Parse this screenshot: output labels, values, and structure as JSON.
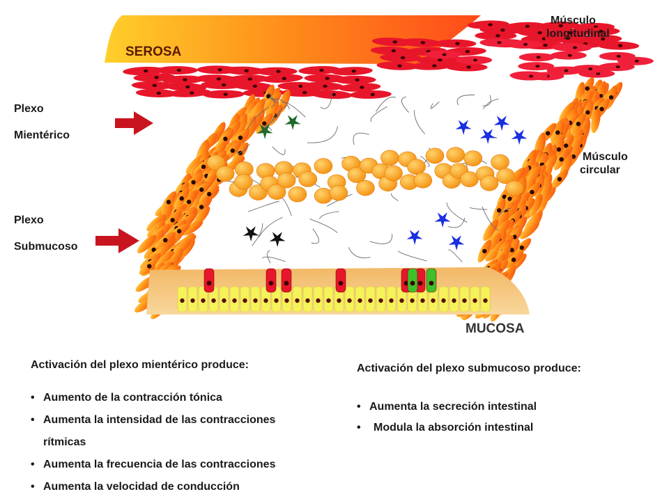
{
  "diagram": {
    "serosa_label": "SEROSA",
    "mucosa_label": "MUCOSA",
    "labels": {
      "musculo_longitudinal_1": "Músculo",
      "musculo_longitudinal_2": "longitudinal",
      "musculo_circular_1": "Músculo",
      "musculo_circular_2": "circular",
      "plexo_mienterico_1": "Plexo",
      "plexo_mienterico_2": "Mientérico",
      "plexo_submucoso_1": "Plexo",
      "plexo_submucoso_2": "Submucoso"
    },
    "colors": {
      "serosa": "#ff8a1a",
      "muscle_red": "#e8162a",
      "muscle_orange": "#ff9a1a",
      "ganglion": "#ffa51f",
      "mucosa_base": "#f6c77a",
      "epithelium": "#f6f25a",
      "arrow": "#c8141e",
      "neuron_green": "#1f6a2a",
      "neuron_blue": "#1a2fe0",
      "neuron_black": "#111111"
    }
  },
  "text": {
    "left_heading": "Activación del plexo mientérico produce:",
    "left_items": [
      "Aumento de la contracción tónica",
      "Aumenta la intensidad de las contracciones",
      "rítmicas",
      "Aumenta la frecuencia de las contracciones",
      "Aumenta la velocidad de conducción"
    ],
    "right_heading": "Activación del plexo submucoso produce:",
    "right_items": [
      "Aumenta la secreción intestinal",
      "Modula la absorción intestinal"
    ]
  }
}
